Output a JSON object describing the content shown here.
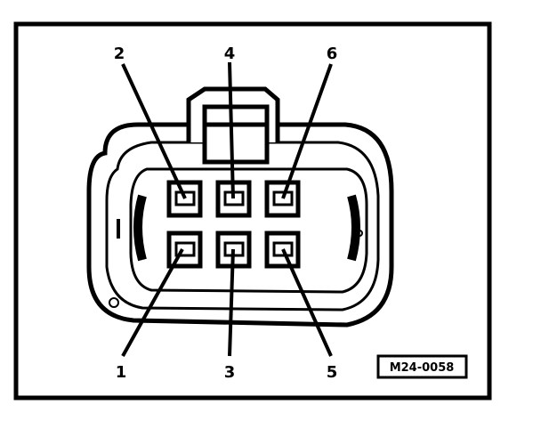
{
  "pin_labels": {
    "p1": "1",
    "p2": "2",
    "p3": "3",
    "p4": "4",
    "p5": "5",
    "p6": "6"
  },
  "reference_code": "M24-0058"
}
